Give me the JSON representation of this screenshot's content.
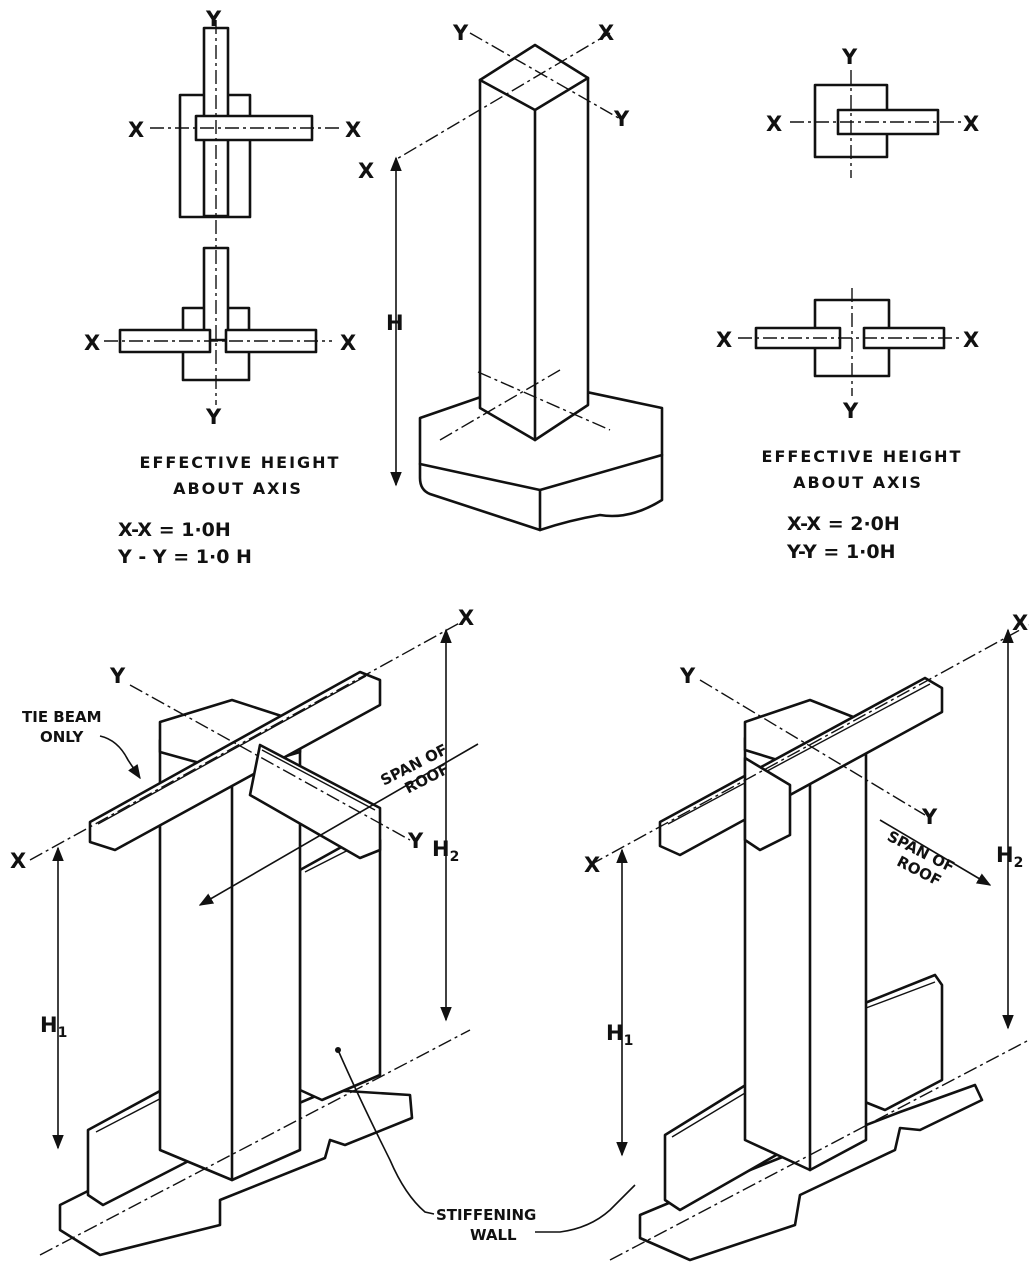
{
  "axes": {
    "x": "X",
    "y": "Y",
    "x_dash": "X-",
    "dash_x": "-X"
  },
  "left_detail": {
    "caption_line1": "EFFECTIVE HEIGHT",
    "caption_line2": "ABOUT AXIS",
    "eq_xx": "X-X  =  1·0H",
    "eq_yy": "Y - Y  =  1·0 H"
  },
  "right_detail": {
    "caption_line1": "EFFECTIVE HEIGHT",
    "caption_line2": "ABOUT AXIS",
    "eq_xx": "X-X  =  2·0H",
    "eq_yy": "Y-Y  =  1·0H"
  },
  "center_column": {
    "height_label": "H"
  },
  "bottom_left": {
    "tie_beam_line1": "TIE BEAM",
    "tie_beam_line2": "ONLY",
    "span_line1": "SPAN OF",
    "span_line2": "ROOF",
    "h1": "H",
    "h1_sub": "1",
    "h2": "H",
    "h2_sub": "2"
  },
  "bottom_right": {
    "span_line1": "SPAN OF",
    "span_line2": "ROOF",
    "h1": "H",
    "h1_sub": "1",
    "h2": "H",
    "h2_sub": "2"
  },
  "stiffening_wall_line1": "STIFFENING",
  "stiffening_wall_line2": "WALL"
}
